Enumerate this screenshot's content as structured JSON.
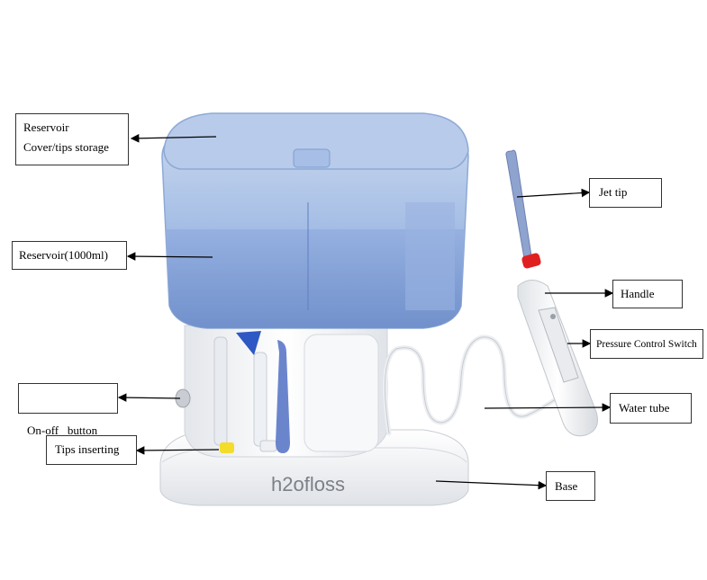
{
  "labels": {
    "cover_line1": "Reservoir",
    "cover_line2": "Cover/tips storage",
    "reservoir": "Reservoir(1000ml)",
    "onoff": "On-off   button",
    "tips": "Tips inserting",
    "jet_tip": "Jet tip",
    "handle": "Handle",
    "pressure": "Pressure Control Switch",
    "water_tube": "Water tube",
    "base": "Base"
  },
  "brand": {
    "logo_text": "h2ofloss"
  },
  "colors": {
    "reservoir_blue": "#a9c3e8",
    "water_blue": "#7f9fd3",
    "base_white": "#f2f3f5",
    "red_collar": "#e02020",
    "tip_blue": "#5b78c8",
    "tip_yellow": "#f4dc2a"
  }
}
